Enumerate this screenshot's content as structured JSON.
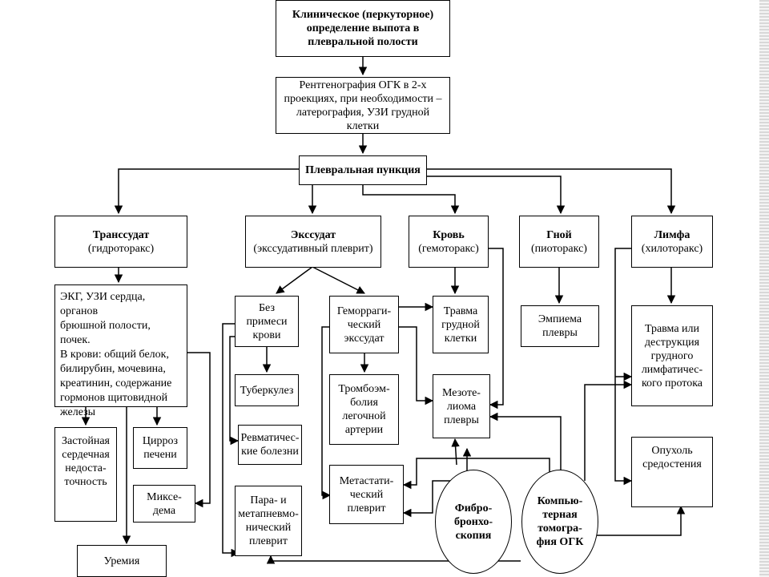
{
  "nodes": {
    "clinical": "Клиническое (перкуторное)\nопределение выпота в\nплевральной полости",
    "xray": "Рентгенография ОГК в 2-х\nпроекциях, при необходимости –\nлатерография, УЗИ грудной клетки",
    "puncture": "Плевральная пункция",
    "transudate_title": "Транссудат",
    "transudate_sub": "(гидроторакс)",
    "exudate_title": "Экссудат",
    "exudate_sub": "(экссудативный плеврит)",
    "blood_title": "Кровь",
    "blood_sub": "(гемоторакс)",
    "pus_title": "Гной",
    "pus_sub": "(пиоторакс)",
    "lymph_title": "Лимфа",
    "lymph_sub": "(хилоторакс)",
    "ecg": "ЭКГ, УЗИ сердца, органов\nбрюшной полости, почек.\nВ крови: общий белок,\nбилирубин, мочевина,\nкреатинин, содержание\nгормонов щитовидной\nжелезы",
    "chf": "Застойная\nсердечная\nнедоста-\nточность",
    "cirrhosis": "Цирроз\nпечени",
    "myxedema": "Миксе-\nдема",
    "uremia": "Уремия",
    "no_blood": "Без примеси\nкрови",
    "hemorrhagic": "Геморраги-\nческий\nэкссудат",
    "trauma_chest": "Травма\nгрудной\nклетки",
    "empyema": "Эмпиема\nплевры",
    "trauma_lymph": "Травма или\nдеструкция\nгрудного\nлимфатичес-\nкого протока",
    "tb": "Туберкулез",
    "rheum": "Ревматичес-\nкие болезни",
    "parapneu": "Пара- и\nметапневмо-\nнический\nплеврит",
    "thrombo": "Тромбоэм-\nболия\nлегочной\nартерии",
    "metastatic": "Метастати-\nческий\nплеврит",
    "mesothelioma": "Мезоте-\nлиома\nплевры",
    "mediastinum": "Опухоль\nсредостения",
    "fibro": "Фибро-\nбронхо-\nскопия",
    "ct": "Компью-\nтерная\nтомогра-\nфия ОГК"
  },
  "colors": {
    "line": "#000000",
    "box_border": "#000000",
    "background": "#ffffff"
  }
}
